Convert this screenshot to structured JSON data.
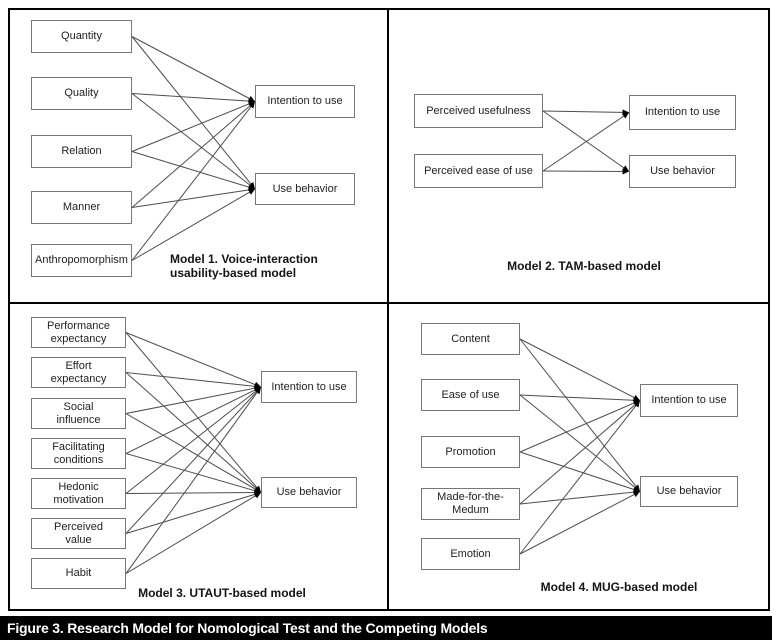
{
  "figure": {
    "caption": "Figure 3. Research Model for Nomological Test and the Competing Models"
  },
  "colors": {
    "box_border": "#777777",
    "box_fill": "#ffffff",
    "edge_line": "#4d4d4d",
    "arrowhead": "#000000",
    "panel_border": "#000000",
    "figure_bar_bg": "#000000",
    "figure_bar_text": "#ffffff"
  },
  "models": [
    {
      "id": "model-1",
      "caption_lines": [
        "Model 1. Voice-interaction",
        "usability-based model"
      ],
      "sources": [
        "Quantity",
        "Quality",
        "Relation",
        "Manner",
        "Anthropomorphism"
      ],
      "targets": [
        "Intention to use",
        "Use behavior"
      ],
      "edges": [
        [
          0,
          0
        ],
        [
          0,
          1
        ],
        [
          1,
          0
        ],
        [
          1,
          1
        ],
        [
          2,
          0
        ],
        [
          2,
          1
        ],
        [
          3,
          0
        ],
        [
          3,
          1
        ],
        [
          4,
          0
        ],
        [
          4,
          1
        ]
      ]
    },
    {
      "id": "model-2",
      "caption_lines": [
        "Model 2. TAM-based model"
      ],
      "sources": [
        "Perceived usefulness",
        "Perceived ease of use"
      ],
      "targets": [
        "Intention to use",
        "Use behavior"
      ],
      "edges": [
        [
          0,
          0
        ],
        [
          0,
          1
        ],
        [
          1,
          0
        ],
        [
          1,
          1
        ]
      ]
    },
    {
      "id": "model-3",
      "caption_lines": [
        "Model 3. UTAUT-based model"
      ],
      "sources": [
        "Performance expectancy",
        "Effort expectancy",
        "Social influence",
        "Facilitating conditions",
        "Hedonic motivation",
        "Perceived value",
        "Habit"
      ],
      "targets": [
        "Intention to use",
        "Use behavior"
      ],
      "edges": [
        [
          0,
          0
        ],
        [
          0,
          1
        ],
        [
          1,
          0
        ],
        [
          1,
          1
        ],
        [
          2,
          0
        ],
        [
          2,
          1
        ],
        [
          3,
          0
        ],
        [
          3,
          1
        ],
        [
          4,
          0
        ],
        [
          4,
          1
        ],
        [
          5,
          0
        ],
        [
          5,
          1
        ],
        [
          6,
          0
        ],
        [
          6,
          1
        ]
      ]
    },
    {
      "id": "model-4",
      "caption_lines": [
        "Model 4. MUG-based model"
      ],
      "sources": [
        "Content",
        "Ease of use",
        "Promotion",
        "Made-for-the-Medum",
        "Emotion"
      ],
      "targets": [
        "Intention to use",
        "Use behavior"
      ],
      "edges": [
        [
          0,
          0
        ],
        [
          0,
          1
        ],
        [
          1,
          0
        ],
        [
          1,
          1
        ],
        [
          2,
          0
        ],
        [
          2,
          1
        ],
        [
          3,
          0
        ],
        [
          3,
          1
        ],
        [
          4,
          0
        ],
        [
          4,
          1
        ]
      ]
    }
  ]
}
